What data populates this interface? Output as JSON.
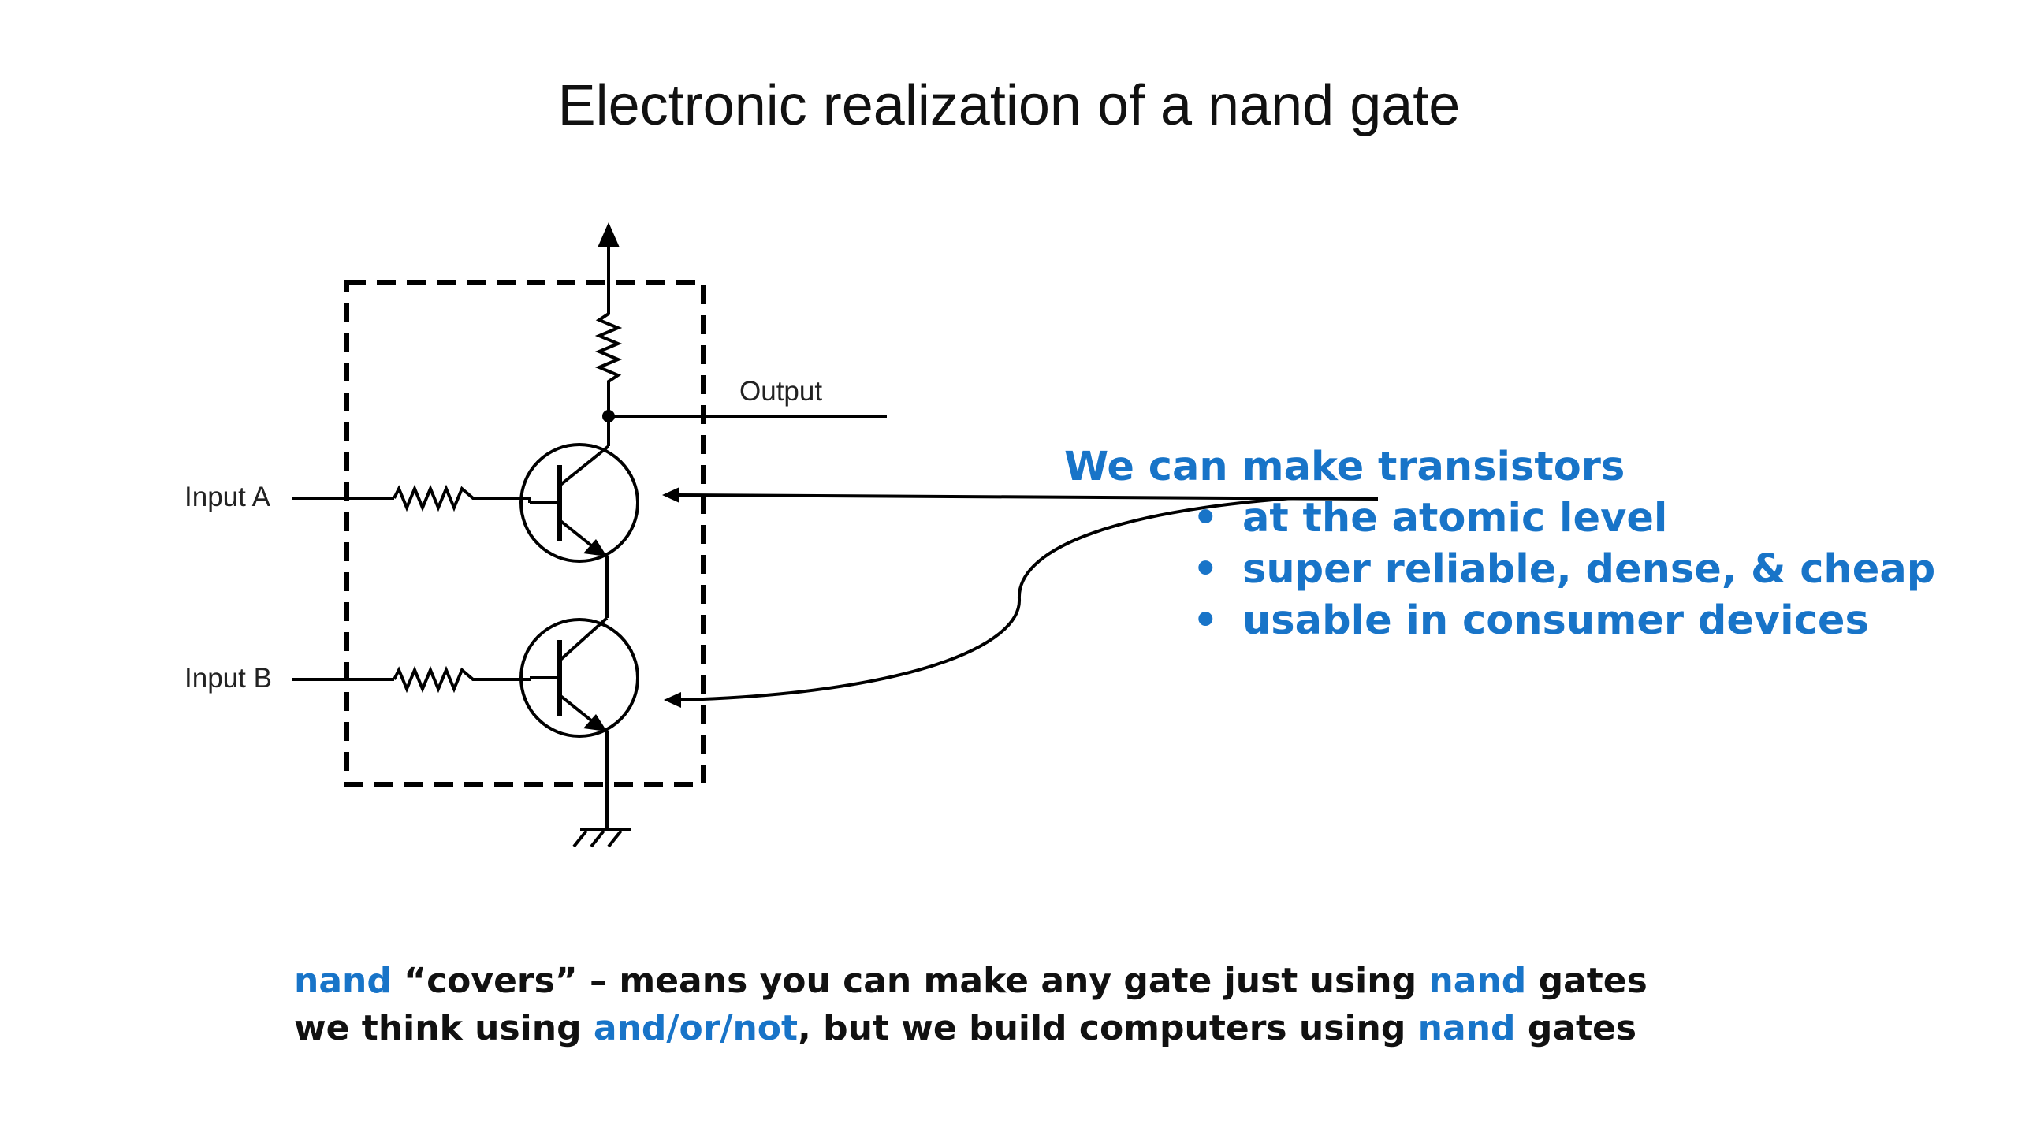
{
  "title": "Electronic realization of a nand gate",
  "circuit": {
    "output_label": "Output",
    "input_a_label": "Input A",
    "input_b_label": "Input B"
  },
  "note": {
    "heading": "We can make transistors",
    "bullet_char": "•",
    "bullets": [
      "at the atomic level",
      "super reliable, dense, & cheap",
      "usable in consumer devices"
    ]
  },
  "bottom": {
    "line1": {
      "w1": "nand",
      "t1": " “covers” – means you can make any gate just using ",
      "w2": "nand",
      "t2": " gates"
    },
    "line2": {
      "t1": "we think using ",
      "w1": "and/or/not",
      "t2": ", but we build computers using ",
      "w2": "nand",
      "t3": " gates"
    }
  },
  "colors": {
    "accent": "#1874c8",
    "text": "#111111",
    "background": "#ffffff"
  }
}
